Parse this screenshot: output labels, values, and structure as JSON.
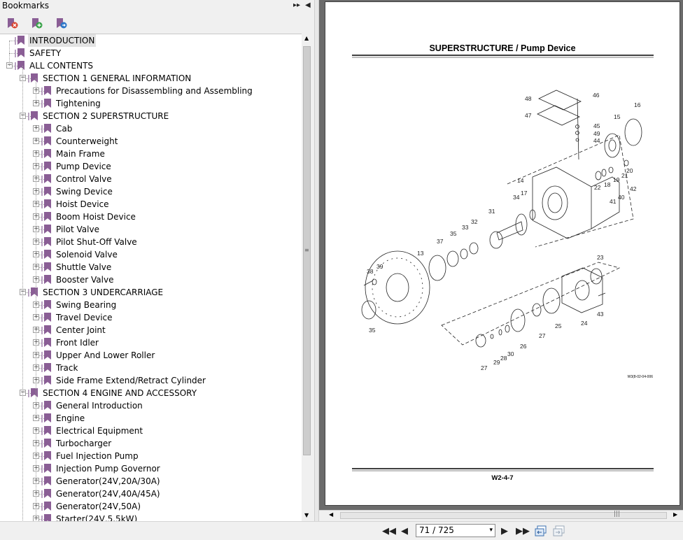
{
  "panel": {
    "title": "Bookmarks",
    "expand_glyph": "▸▸",
    "collapse_glyph": "◀",
    "toolbar": [
      "delete-bookmark-icon",
      "new-bookmark-icon",
      "bookmark-options-icon"
    ]
  },
  "tree": [
    {
      "label": "INTRODUCTION",
      "level": 0,
      "selected": true
    },
    {
      "label": "SAFETY",
      "level": 0
    },
    {
      "label": "ALL CONTENTS",
      "level": 0,
      "expanded": true
    },
    {
      "label": "SECTION 1 GENERAL INFORMATION",
      "level": 1,
      "expanded": true
    },
    {
      "label": "Precautions for Disassembling and Assembling",
      "level": 2
    },
    {
      "label": "Tightening",
      "level": 2
    },
    {
      "label": "SECTION 2 SUPERSTRUCTURE",
      "level": 1,
      "expanded": true
    },
    {
      "label": "Cab",
      "level": 2
    },
    {
      "label": "Counterweight",
      "level": 2
    },
    {
      "label": "Main Frame",
      "level": 2
    },
    {
      "label": "Pump Device",
      "level": 2
    },
    {
      "label": "Control Valve",
      "level": 2
    },
    {
      "label": "Swing Device",
      "level": 2
    },
    {
      "label": "Hoist Device",
      "level": 2
    },
    {
      "label": "Boom Hoist Device",
      "level": 2
    },
    {
      "label": "Pilot Valve",
      "level": 2
    },
    {
      "label": "Pilot Shut-Off Valve",
      "level": 2
    },
    {
      "label": "Solenoid Valve",
      "level": 2
    },
    {
      "label": "Shuttle Valve",
      "level": 2
    },
    {
      "label": "Booster Valve",
      "level": 2
    },
    {
      "label": "SECTION 3 UNDERCARRIAGE",
      "level": 1,
      "expanded": true
    },
    {
      "label": "Swing Bearing",
      "level": 2
    },
    {
      "label": "Travel Device",
      "level": 2
    },
    {
      "label": "Center Joint",
      "level": 2
    },
    {
      "label": "Front Idler",
      "level": 2
    },
    {
      "label": "Upper And Lower Roller",
      "level": 2
    },
    {
      "label": "Track",
      "level": 2
    },
    {
      "label": "Side Frame Extend/Retract Cylinder",
      "level": 2
    },
    {
      "label": "SECTION 4 ENGINE AND ACCESSORY",
      "level": 1,
      "expanded": true
    },
    {
      "label": "General Introduction",
      "level": 2
    },
    {
      "label": "Engine",
      "level": 2
    },
    {
      "label": "Electrical Equipment",
      "level": 2
    },
    {
      "label": "Turbocharger",
      "level": 2
    },
    {
      "label": "Fuel Injection Pump",
      "level": 2
    },
    {
      "label": "Injection Pump Governor",
      "level": 2
    },
    {
      "label": "Generator(24V,20A/30A)",
      "level": 2
    },
    {
      "label": "Generator(24V,40A/45A)",
      "level": 2
    },
    {
      "label": "Generator(24V,50A)",
      "level": 2
    },
    {
      "label": "Starter(24V,5.5kW)",
      "level": 2
    }
  ],
  "document": {
    "header": "SUPERSTRUCTURE / Pump Device",
    "footer": "W2-4-7",
    "figure_code": "W3(8-02-04-006",
    "part_numbers": [
      "48",
      "46",
      "47",
      "45",
      "49",
      "44",
      "15",
      "16",
      "14",
      "20",
      "21",
      "19",
      "18",
      "22",
      "17",
      "40",
      "42",
      "41",
      "34",
      "31",
      "35",
      "33",
      "32",
      "37",
      "13",
      "39",
      "38",
      "35",
      "23",
      "24",
      "43",
      "25",
      "27",
      "26",
      "30",
      "28",
      "29",
      "27"
    ]
  },
  "navigation": {
    "page_display": "71 / 725",
    "current_page": 71,
    "total_pages": 725,
    "first_glyph": "◀◀",
    "prev_glyph": "◀",
    "next_glyph": "▶",
    "last_glyph": "▶▶",
    "dropdown_glyph": "▾"
  }
}
